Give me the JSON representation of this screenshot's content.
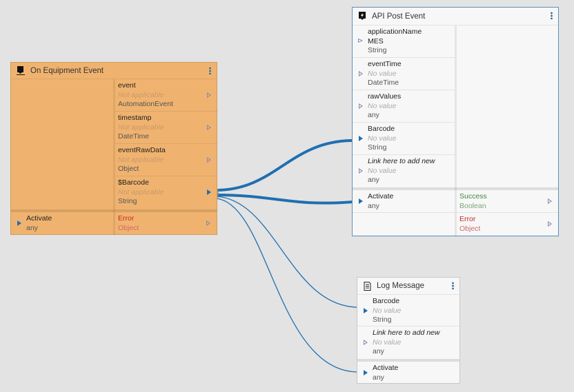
{
  "nodes": {
    "equipment": {
      "title": "On Equipment Event",
      "icon": "equipment-icon",
      "outputs": [
        {
          "name": "event",
          "value": "Not applicable",
          "type": "AutomationEvent"
        },
        {
          "name": "timestamp",
          "value": "Not applicable",
          "type": "DateTime"
        },
        {
          "name": "eventRawData",
          "value": "Not applicable",
          "type": "Object"
        },
        {
          "name": "$Barcode",
          "value": "Not applicable",
          "type": "String"
        }
      ],
      "activate": {
        "name": "Activate",
        "type": "any"
      },
      "error": {
        "name": "Error",
        "type": "Object"
      }
    },
    "api": {
      "title": "API Post Event",
      "icon": "lightning-icon",
      "inputs": [
        {
          "name": "applicationName",
          "value": "MES",
          "type": "String"
        },
        {
          "name": "eventTime",
          "value": "No value",
          "type": "DateTime"
        },
        {
          "name": "rawValues",
          "value": "No value",
          "type": "any"
        },
        {
          "name": "Barcode",
          "value": "No value",
          "type": "String"
        },
        {
          "name": "Link here to add new",
          "value": "No value",
          "type": "any"
        }
      ],
      "activate": {
        "name": "Activate",
        "type": "any"
      },
      "success": {
        "name": "Success",
        "type": "Boolean"
      },
      "error": {
        "name": "Error",
        "type": "Object"
      }
    },
    "log": {
      "title": "Log Message",
      "icon": "document-icon",
      "inputs": [
        {
          "name": "Barcode",
          "value": "No value",
          "type": "String"
        },
        {
          "name": "Link here to add new",
          "value": "No value",
          "type": "any"
        }
      ],
      "activate": {
        "name": "Activate",
        "type": "any"
      }
    }
  },
  "colors": {
    "wire": "#1f6fb0",
    "node_event": "#f0b36f",
    "canvas": "#e3e3e3"
  }
}
